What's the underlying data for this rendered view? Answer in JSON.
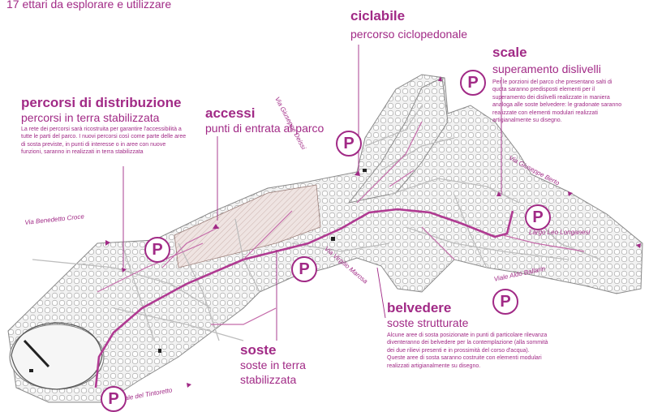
{
  "header": {
    "title": "17 ettari da esplorare e utilizzare"
  },
  "features": {
    "ciclabile": {
      "title": "ciclabile",
      "subtitle": "percorso ciclopedonale"
    },
    "scale": {
      "title": "scale",
      "subtitle": "superamento dislivelli",
      "description": "Per le porzioni del parco che presentano salti di quota saranno predisposti elementi per il superamento dei dislivelli realizzate in maniera analoga alle soste belvedere: le gradonate saranno realizzate con elementi modulari realizzati artigianalmente su disegno."
    },
    "percorsi": {
      "title": "percorsi di distribuzione",
      "subtitle": "percorsi in terra stabilizzata",
      "description": "La rete dei percorsi sarà ricostruita per garantire l'accessibilità a tutte le parti del parco. I nuovi percorsi così come parte delle aree di sosta previste, in punti di interesse o in aree con nuove funzioni, saranno in realizzati in terra stabilizzata"
    },
    "accessi": {
      "title": "accessi",
      "subtitle": "punti di entrata al parco"
    },
    "belvedere": {
      "title": "belvedere",
      "subtitle": "soste strutturate",
      "description": "Alcune aree di sosta posizionate in punti di particolare rilevanza diventeranno dei belvedere per la contemplazione (alla sommità dei due rilievi presenti e in prossimità del corso d'acqua). Queste aree di sosta saranno costruite con elementi modulari realizzati artigianalmente su disegno."
    },
    "soste": {
      "title": "soste",
      "subtitle_line1": "soste in terra",
      "subtitle_line2": "stabilizzata"
    }
  },
  "streets": {
    "deisci": "Via Giuseppe Deissi",
    "berto": "Via Giuseppe Berto",
    "croce": "Via Benedetto Croce",
    "longanesi": "Largo Leo Longanesi",
    "marosa": "Via Virgilio Marosa",
    "ballarin": "Viale Aldo Ballarin",
    "tintoretto": "Viale del Tintoretto"
  },
  "parking": {
    "label": "P"
  },
  "colors": {
    "accent": "#a12a86",
    "path": "#b03a92",
    "green": "#e3e3e3"
  }
}
